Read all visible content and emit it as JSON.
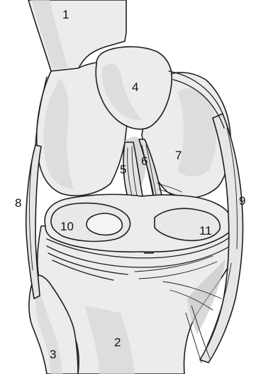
{
  "labels": {
    "femur": "1",
    "tibia": "2",
    "fibula": "3",
    "patella": "4",
    "anterior_cruciate_ligament": "5",
    "posterior_cruciate_ligament": "6",
    "medial_femoral_condyle": "7",
    "lateral_collateral_ligament": "8",
    "medial_collateral_ligament": "9",
    "lateral_meniscus": "10",
    "medial_meniscus": "11"
  },
  "colors": {
    "bone": "#ececec",
    "shade": "#d8d8d8",
    "line": "#1e1e1e",
    "background": "#ffffff"
  }
}
